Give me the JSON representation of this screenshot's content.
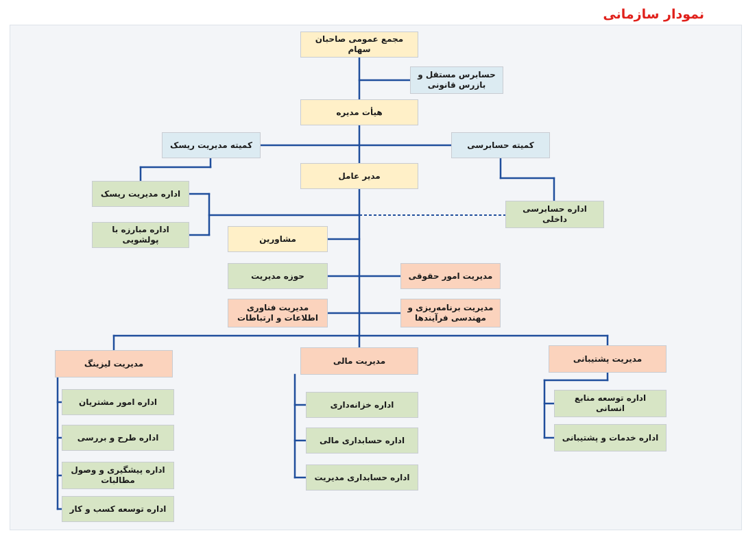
{
  "title": "نمودار سازمانی",
  "colors": {
    "line": "#1f4e9c",
    "title": "#e0201b",
    "governance": "#fff0c8",
    "committee": "#dcebf2",
    "office": "#d7e5c5",
    "management": "#fbd3bd"
  },
  "nodes": {
    "general_assembly": "مجمع عمومی صاحبان سهام",
    "auditor": "حسابرس مستقل و بازرس قانونی",
    "board": "هیأت مدیره",
    "risk_committee": "کمیته مدیریت ریسک",
    "audit_committee": "کمیته حسابرسی",
    "ceo": "مدیر عامل",
    "risk_office": "اداره مدیریت ریسک",
    "aml_office": "اداره مبارزه با پولشویی",
    "internal_audit": "اداره حسابرسی داخلی",
    "advisors": "مشاورین",
    "management_office": "حوزه مدیریت",
    "legal": "مدیریت امور حقوقی",
    "it": "مدیریت فناوری اطلاعات و ارتباطات",
    "planning": "مدیریت برنامه‌ریزی و مهندسی فرآیندها",
    "leasing": "مدیریت لیزینگ",
    "finance": "مدیریت مالی",
    "support": "مدیریت پشتیبانی",
    "customers": "اداره امور مشتریان",
    "design_review": "اداره طرح و بررسی",
    "collections": "اداره پیشگیری و وصول مطالبات",
    "business_dev": "اداره توسعه کسب و کار",
    "treasury": "اداره خزانه‌داری",
    "financial_accounting": "اداره حسابداری مالی",
    "management_accounting": "اداره حسابداری مدیریت",
    "hr_dev": "اداره توسعه منابع انسانی",
    "services_support": "اداره خدمات و پشتیبانی"
  }
}
